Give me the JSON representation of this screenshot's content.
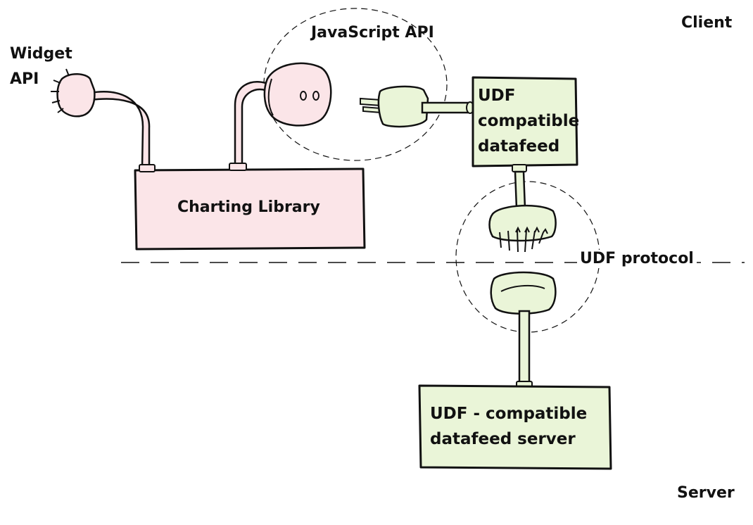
{
  "labels": {
    "client": "Client",
    "server": "Server",
    "widget_api": [
      "Widget",
      "API"
    ],
    "javascript_api": "JavaScript API",
    "charting_library": "Charting Library",
    "udf_client_box": [
      "UDF",
      "compatible",
      "datafeed"
    ],
    "udf_protocol": "UDF protocol",
    "udf_server_box": [
      "UDF - compatible",
      "datafeed server"
    ]
  },
  "colors": {
    "pink": "#fbe5e8",
    "green": "#eaf5d8",
    "stroke": "#111111"
  }
}
